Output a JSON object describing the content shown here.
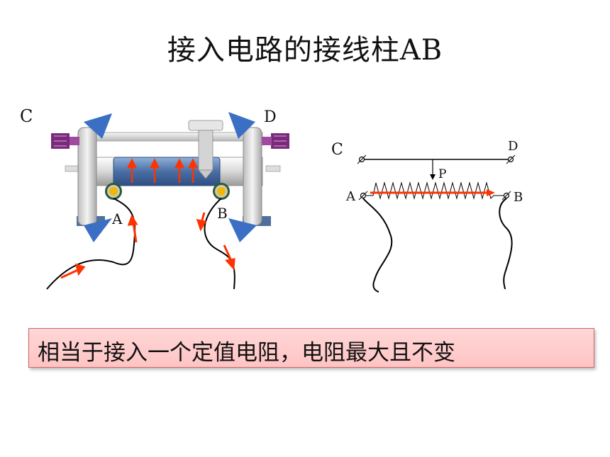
{
  "title": "接入电路的接线柱AB",
  "conclusion": "相当于接入一个定值电阻，电阻最大且不变",
  "left_diagram": {
    "labels": {
      "c": "C",
      "d": "D",
      "a": "A",
      "b": "B"
    }
  },
  "right_diagram": {
    "labels": {
      "c": "C",
      "d": "D",
      "a": "A",
      "b": "B",
      "p": "P"
    }
  },
  "colors": {
    "current_arrow": "#ff3300",
    "direction_arrow": "#3a6fc4",
    "coil": "#4a6fa5",
    "knob": "#7a2a7a"
  }
}
